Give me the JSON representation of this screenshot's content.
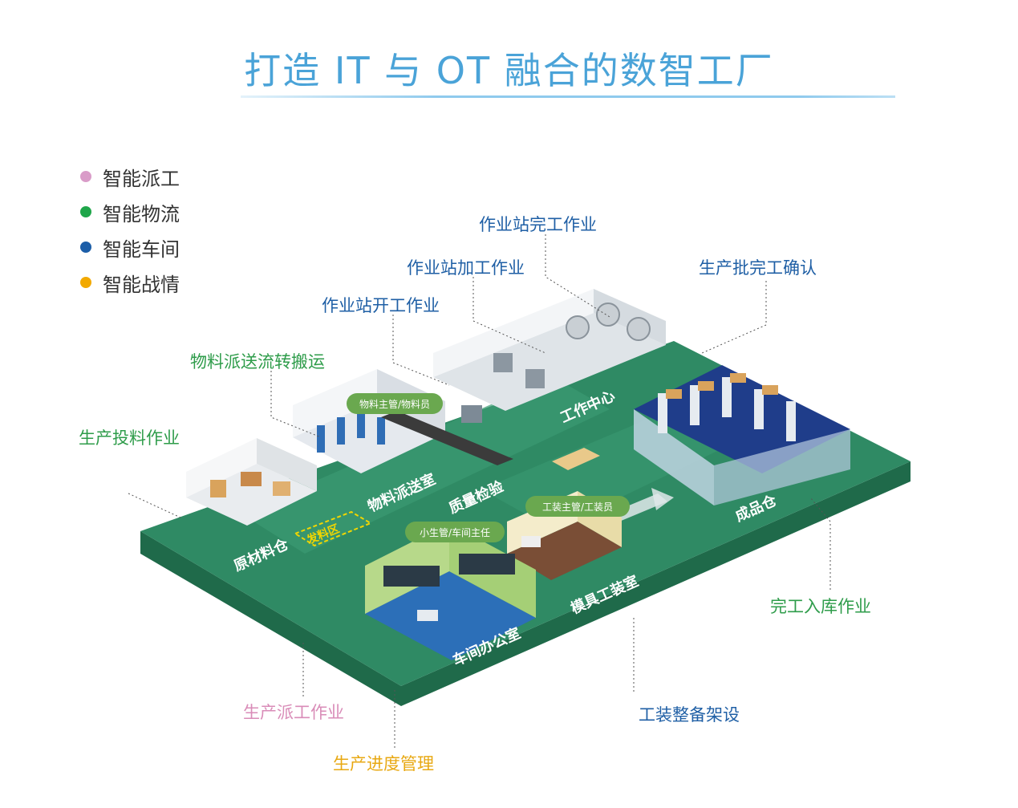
{
  "title": "打造 IT 与 OT 融合的数智工厂",
  "legend": [
    {
      "label": "智能派工",
      "color": "#d99cc8"
    },
    {
      "label": "智能物流",
      "color": "#1fa64a"
    },
    {
      "label": "智能车间",
      "color": "#1c5ea8"
    },
    {
      "label": "智能战情",
      "color": "#f2a900"
    }
  ],
  "callouts": {
    "station_finish": "作业站完工作业",
    "station_process": "作业站加工作业",
    "station_start": "作业站开工作业",
    "batch_confirm": "生产批完工确认",
    "material_delivery": "物料派送流转搬运",
    "feeding": "生产投料作业",
    "warehousing": "完工入库作业",
    "tooling_setup": "工装整备架设",
    "dispatch": "生产派工作业",
    "progress": "生产进度管理"
  },
  "zones": {
    "raw_warehouse": "原材料仓",
    "feeding_area": "发料区",
    "material_room": "物料派送室",
    "quality": "质量检验",
    "work_center": "工作中心",
    "finished_warehouse": "成品仓",
    "tooling_room": "模具工装室",
    "office": "车间办公室"
  },
  "badges": {
    "material_manager": "物料主管/物料员",
    "tooling_manager": "工装主管/工装员",
    "shift_leader": "小生管/车间主任"
  },
  "colors": {
    "floor_top": "#2f8a64",
    "floor_side": "#1f6a4a",
    "badge": "#6aa84f"
  }
}
